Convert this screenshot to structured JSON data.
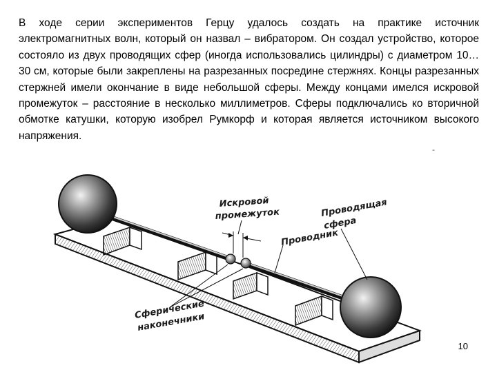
{
  "paragraph": "В ходе серии экспериментов Герцу удалось создать на практике источник электромагнитных волн, который он назвал – вибратором. Он создал устройство, которое состояло из двух проводящих сфер (иногда использовались цилиндры) с диаметром 10…30 см, которые были закреплены на разрезанных посредине стержнях. Концы разрезанных стержней имели окончание в виде небольшой сферы. Между концами имелся искровой промежуток – расстояние в несколько миллиметров. Сферы подключались ко вторичной обмотке катушки, которую изобрел Румкорф и которая является источником высокого напряжения.",
  "figure": {
    "labels": {
      "spark_gap_line1": "Искровой",
      "spark_gap_line2": "промежуток",
      "conducting_sphere_line1": "Проводящая",
      "conducting_sphere_line2": "сфера",
      "conductor": "Проводник",
      "spherical_tips_line1": "Сферические",
      "spherical_tips_line2": "наконечники"
    }
  },
  "page_number": "10"
}
